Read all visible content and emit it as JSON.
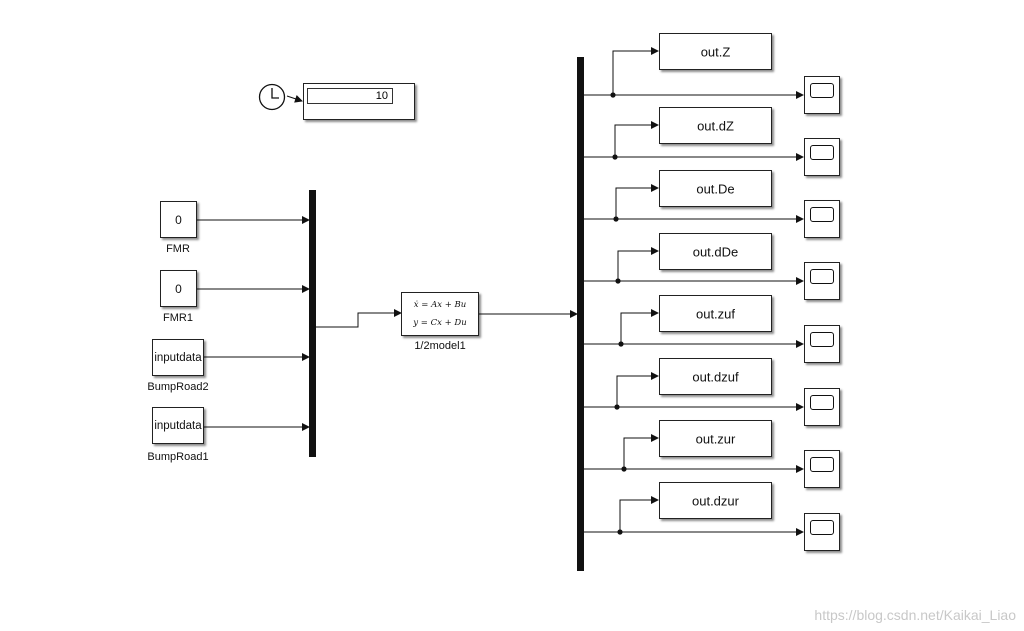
{
  "clock": {
    "icon": "clock-icon"
  },
  "display": {
    "value": "10"
  },
  "constants": [
    {
      "value": "0",
      "label": "FMR"
    },
    {
      "value": "0",
      "label": "FMR1"
    }
  ],
  "from_workspace": [
    {
      "value": "inputdata",
      "label": "BumpRoad2"
    },
    {
      "value": "inputdata",
      "label": "BumpRoad1"
    }
  ],
  "state_space": {
    "eq1": "ẋ = Ax + Bu",
    "eq2": "y = Cx + Du",
    "label": "1/2model1"
  },
  "outputs": [
    {
      "to_workspace": "out.Z",
      "scope_icon": "scope-icon"
    },
    {
      "to_workspace": "out.dZ",
      "scope_icon": "scope-icon"
    },
    {
      "to_workspace": "out.De",
      "scope_icon": "scope-icon"
    },
    {
      "to_workspace": "out.dDe",
      "scope_icon": "scope-icon"
    },
    {
      "to_workspace": "out.zuf",
      "scope_icon": "scope-icon"
    },
    {
      "to_workspace": "out.dzuf",
      "scope_icon": "scope-icon"
    },
    {
      "to_workspace": "out.zur",
      "scope_icon": "scope-icon"
    },
    {
      "to_workspace": "out.dzur",
      "scope_icon": "scope-icon"
    }
  ],
  "watermark": "https://blog.csdn.net/Kaikai_Liao"
}
